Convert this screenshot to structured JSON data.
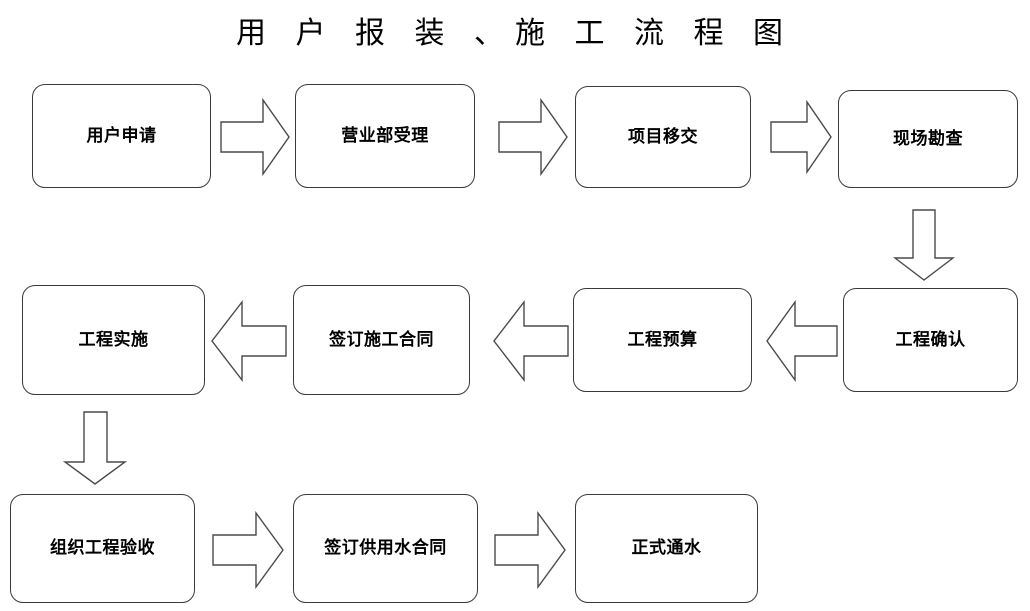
{
  "document": {
    "title": "用 户 报 装 、施 工 流 程 图",
    "background_color": "#ffffff",
    "box_border_color": "#3a3a3a",
    "arrow_stroke_color": "#4a4a4a",
    "text_color": "#000000"
  },
  "chart_data": {
    "type": "diagram",
    "diagram_kind": "flowchart",
    "title": "用 户 报 装 、施 工 流 程 图",
    "flow_direction": "serpentine (row1 left-to-right, row2 right-to-left, row3 left-to-right)",
    "nodes": [
      {
        "id": "n1",
        "label": "用户申请",
        "row": 1,
        "col": 1
      },
      {
        "id": "n2",
        "label": "营业部受理",
        "row": 1,
        "col": 2
      },
      {
        "id": "n3",
        "label": "项目移交",
        "row": 1,
        "col": 3
      },
      {
        "id": "n4",
        "label": "现场勘查",
        "row": 1,
        "col": 4
      },
      {
        "id": "n5",
        "label": "工程确认",
        "row": 2,
        "col": 4
      },
      {
        "id": "n6",
        "label": "工程预算",
        "row": 2,
        "col": 3
      },
      {
        "id": "n7",
        "label": "签订施工合同",
        "row": 2,
        "col": 2
      },
      {
        "id": "n8",
        "label": "工程实施",
        "row": 2,
        "col": 1
      },
      {
        "id": "n9",
        "label": "组织工程验收",
        "row": 3,
        "col": 1
      },
      {
        "id": "n10",
        "label": "签订供用水合同",
        "row": 3,
        "col": 2
      },
      {
        "id": "n11",
        "label": "正式通水",
        "row": 3,
        "col": 3
      }
    ],
    "edges": [
      {
        "from": "n1",
        "to": "n2",
        "direction": "right"
      },
      {
        "from": "n2",
        "to": "n3",
        "direction": "right"
      },
      {
        "from": "n3",
        "to": "n4",
        "direction": "right"
      },
      {
        "from": "n4",
        "to": "n5",
        "direction": "down"
      },
      {
        "from": "n5",
        "to": "n6",
        "direction": "left"
      },
      {
        "from": "n6",
        "to": "n7",
        "direction": "left"
      },
      {
        "from": "n7",
        "to": "n8",
        "direction": "left"
      },
      {
        "from": "n8",
        "to": "n9",
        "direction": "down"
      },
      {
        "from": "n9",
        "to": "n10",
        "direction": "right"
      },
      {
        "from": "n10",
        "to": "n11",
        "direction": "right"
      }
    ]
  },
  "nodes": {
    "n1": {
      "label": "用户申请"
    },
    "n2": {
      "label": "营业部受理"
    },
    "n3": {
      "label": "项目移交"
    },
    "n4": {
      "label": "现场勘查"
    },
    "n5": {
      "label": "工程确认"
    },
    "n6": {
      "label": "工程预算"
    },
    "n7": {
      "label": "签订施工合同"
    },
    "n8": {
      "label": "工程实施"
    },
    "n9": {
      "label": "组织工程验收"
    },
    "n10": {
      "label": "签订供用水合同"
    },
    "n11": {
      "label": "正式通水"
    }
  },
  "arrows": {
    "a1": {
      "name": "arrow-right-user-to-sales"
    },
    "a2": {
      "name": "arrow-right-sales-to-handover"
    },
    "a3": {
      "name": "arrow-right-handover-to-survey"
    },
    "a4": {
      "name": "arrow-down-survey-to-confirm"
    },
    "a5": {
      "name": "arrow-left-confirm-to-budget"
    },
    "a6": {
      "name": "arrow-left-budget-to-contract"
    },
    "a7": {
      "name": "arrow-left-contract-to-construction"
    },
    "a8": {
      "name": "arrow-down-construction-to-acceptance"
    },
    "a9": {
      "name": "arrow-right-acceptance-to-watercontract"
    },
    "a10": {
      "name": "arrow-right-watercontract-to-supply"
    }
  }
}
